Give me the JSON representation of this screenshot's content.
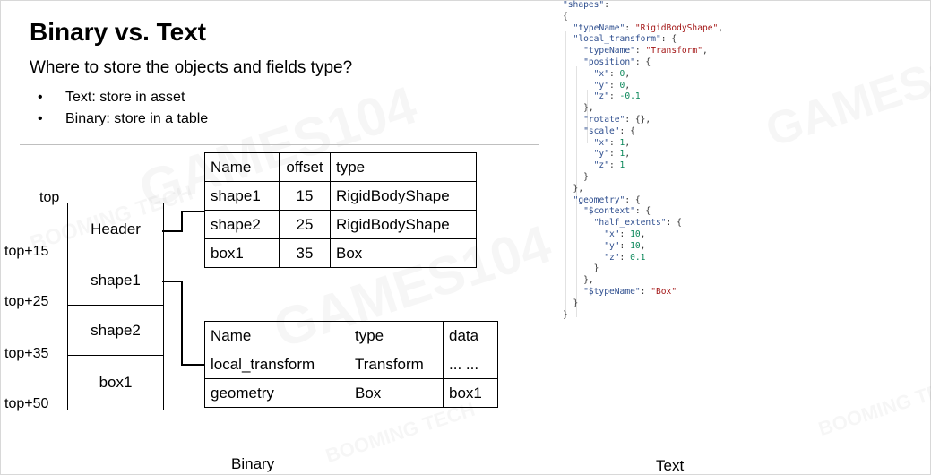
{
  "slide": {
    "title": "Binary vs. Text",
    "subtitle": "Where to store the objects and fields type?",
    "bullets": [
      "Text: store in asset",
      "Binary: store in a table"
    ]
  },
  "watermarks": [
    "GAMES104",
    "BOOMING TECH"
  ],
  "binary": {
    "caption": "Binary",
    "stack_cells": [
      "Header",
      "shape1",
      "shape2",
      "box1"
    ],
    "offset_labels": [
      "top",
      "top+15",
      "top+25",
      "top+35",
      "top+50"
    ],
    "object_table": {
      "headers": [
        "Name",
        "offset",
        "type"
      ],
      "rows": [
        [
          "shape1",
          "15",
          "RigidBodyShape"
        ],
        [
          "shape2",
          "25",
          "RigidBodyShape"
        ],
        [
          "box1",
          "35",
          "Box"
        ]
      ]
    },
    "field_table": {
      "headers": [
        "Name",
        "type",
        "data"
      ],
      "rows": [
        [
          "local_transform",
          "Transform",
          "... ..."
        ],
        [
          "geometry",
          "Box",
          "box1"
        ]
      ]
    }
  },
  "text": {
    "caption": "Text",
    "code_lines": [
      [
        [
          "k",
          "\"shapes\""
        ],
        [
          "p",
          ":"
        ]
      ],
      [
        [
          "p",
          "{"
        ]
      ],
      [
        [
          "p",
          "  "
        ],
        [
          "k",
          "\"typeName\""
        ],
        [
          "p",
          ": "
        ],
        [
          "s",
          "\"RigidBodyShape\""
        ],
        [
          "p",
          ","
        ]
      ],
      [
        [
          "p",
          "  "
        ],
        [
          "k",
          "\"local_transform\""
        ],
        [
          "p",
          ": {"
        ]
      ],
      [
        [
          "p",
          "    "
        ],
        [
          "k",
          "\"typeName\""
        ],
        [
          "p",
          ": "
        ],
        [
          "s",
          "\"Transform\""
        ],
        [
          "p",
          ","
        ]
      ],
      [
        [
          "p",
          "    "
        ],
        [
          "k",
          "\"position\""
        ],
        [
          "p",
          ": {"
        ]
      ],
      [
        [
          "p",
          "      "
        ],
        [
          "k",
          "\"x\""
        ],
        [
          "p",
          ": "
        ],
        [
          "n",
          "0"
        ],
        [
          "p",
          ","
        ]
      ],
      [
        [
          "p",
          "      "
        ],
        [
          "k",
          "\"y\""
        ],
        [
          "p",
          ": "
        ],
        [
          "n",
          "0"
        ],
        [
          "p",
          ","
        ]
      ],
      [
        [
          "p",
          "      "
        ],
        [
          "k",
          "\"z\""
        ],
        [
          "p",
          ": "
        ],
        [
          "n",
          "-0.1"
        ]
      ],
      [
        [
          "p",
          "    },"
        ]
      ],
      [
        [
          "p",
          "    "
        ],
        [
          "k",
          "\"rotate\""
        ],
        [
          "p",
          ": {},"
        ]
      ],
      [
        [
          "p",
          "    "
        ],
        [
          "k",
          "\"scale\""
        ],
        [
          "p",
          ": {"
        ]
      ],
      [
        [
          "p",
          "      "
        ],
        [
          "k",
          "\"x\""
        ],
        [
          "p",
          ": "
        ],
        [
          "n",
          "1"
        ],
        [
          "p",
          ","
        ]
      ],
      [
        [
          "p",
          "      "
        ],
        [
          "k",
          "\"y\""
        ],
        [
          "p",
          ": "
        ],
        [
          "n",
          "1"
        ],
        [
          "p",
          ","
        ]
      ],
      [
        [
          "p",
          "      "
        ],
        [
          "k",
          "\"z\""
        ],
        [
          "p",
          ": "
        ],
        [
          "n",
          "1"
        ]
      ],
      [
        [
          "p",
          "    }"
        ]
      ],
      [
        [
          "p",
          "  },"
        ]
      ],
      [
        [
          "p",
          "  "
        ],
        [
          "k",
          "\"geometry\""
        ],
        [
          "p",
          ": {"
        ]
      ],
      [
        [
          "p",
          "    "
        ],
        [
          "k",
          "\"$context\""
        ],
        [
          "p",
          ": {"
        ]
      ],
      [
        [
          "p",
          "      "
        ],
        [
          "k",
          "\"half_extents\""
        ],
        [
          "p",
          ": {"
        ]
      ],
      [
        [
          "p",
          "        "
        ],
        [
          "k",
          "\"x\""
        ],
        [
          "p",
          ": "
        ],
        [
          "n",
          "10"
        ],
        [
          "p",
          ","
        ]
      ],
      [
        [
          "p",
          "        "
        ],
        [
          "k",
          "\"y\""
        ],
        [
          "p",
          ": "
        ],
        [
          "n",
          "10"
        ],
        [
          "p",
          ","
        ]
      ],
      [
        [
          "p",
          "        "
        ],
        [
          "k",
          "\"z\""
        ],
        [
          "p",
          ": "
        ],
        [
          "n",
          "0.1"
        ]
      ],
      [
        [
          "p",
          "      }"
        ]
      ],
      [
        [
          "p",
          "    },"
        ]
      ],
      [
        [
          "p",
          "    "
        ],
        [
          "k",
          "\"$typeName\""
        ],
        [
          "p",
          ": "
        ],
        [
          "s",
          "\"Box\""
        ]
      ],
      [
        [
          "p",
          "  }"
        ]
      ],
      [
        [
          "p",
          "}"
        ]
      ]
    ]
  }
}
